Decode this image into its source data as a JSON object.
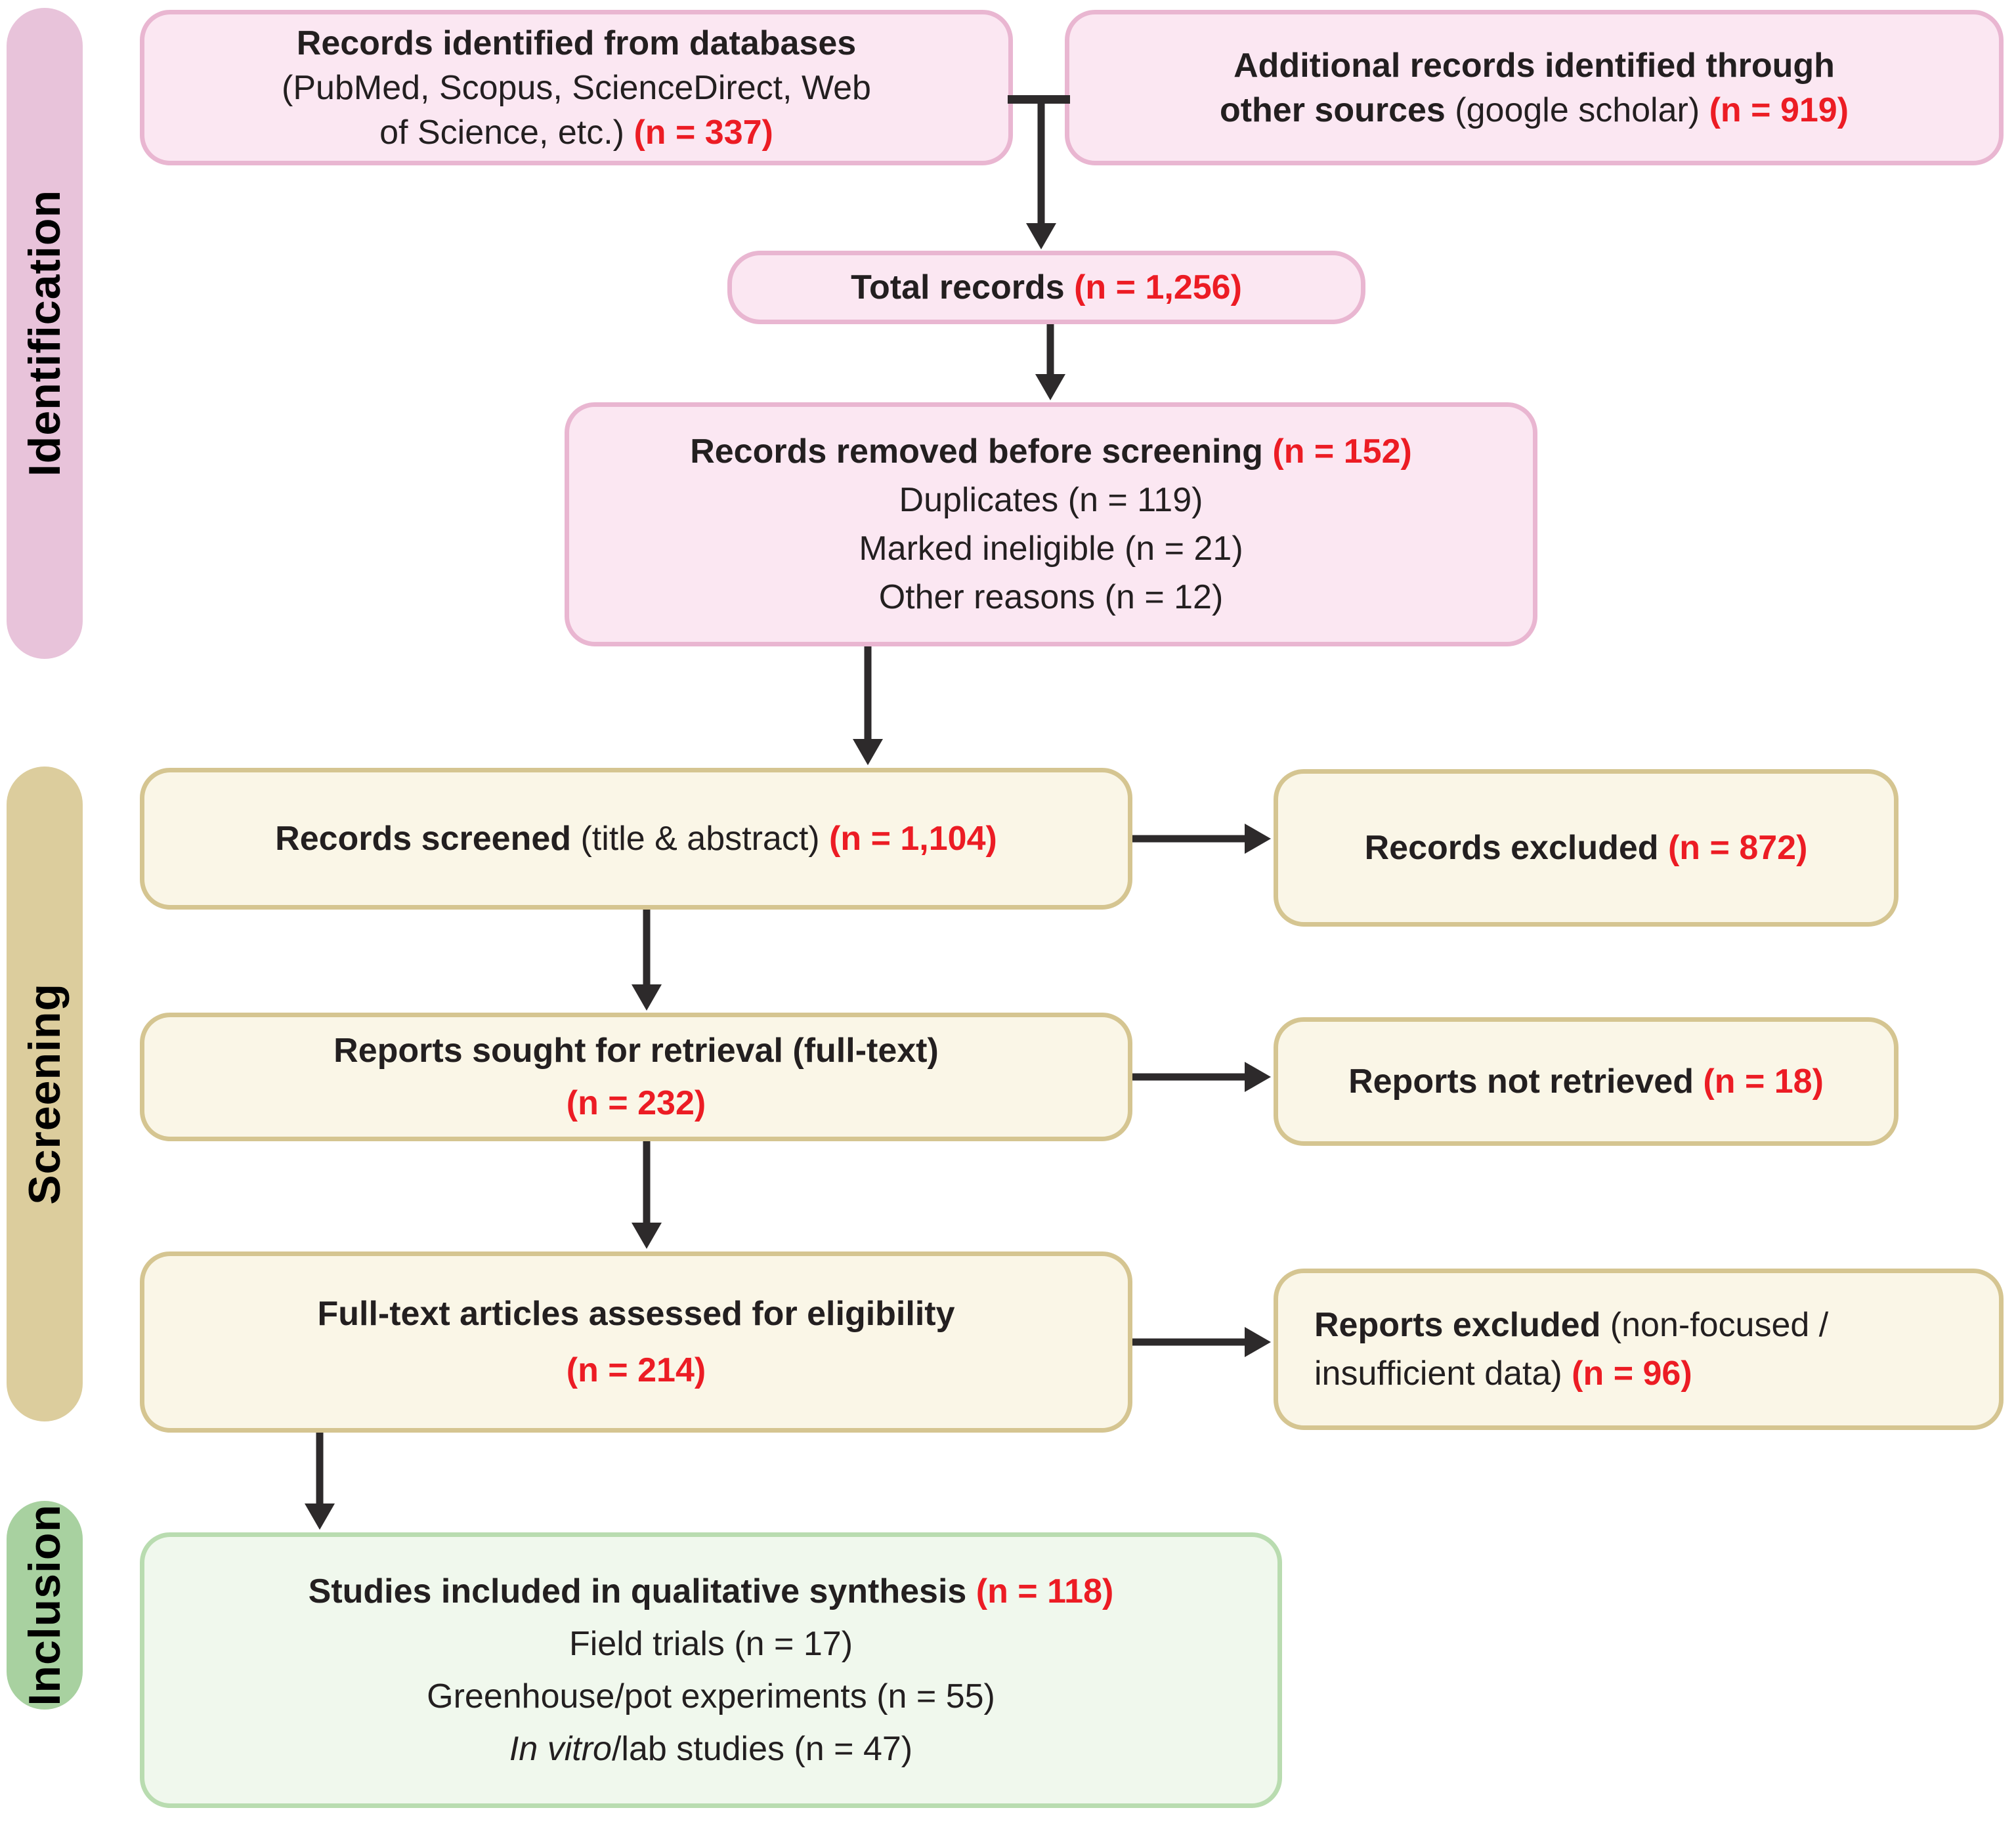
{
  "colors": {
    "red": "#EC1C24",
    "black": "#231F20",
    "arrow": "#2D2A2B",
    "pink_bar": "#E8C3DA",
    "tan_bar": "#DCCD9D",
    "green_bar": "#A8D1A0",
    "pink_box_bg": "#FBE7F2",
    "pink_box_border": "#E9B6D1",
    "cream_box_bg": "#FAF6E7",
    "cream_box_border": "#D5C591",
    "green_box_bg": "#F0F8ED",
    "green_box_border": "#B9DCB0"
  },
  "sidebar": {
    "stages": [
      {
        "id": "identification",
        "label": "Identification"
      },
      {
        "id": "screening",
        "label": "Screening"
      },
      {
        "id": "inclusion",
        "label": "Inclusion"
      }
    ]
  },
  "boxes": {
    "records_identified": {
      "lines": [
        [
          {
            "t": "Records identified from databases",
            "s": "b"
          }
        ],
        [
          {
            "t": "(PubMed, Scopus, ScienceDirect, Web",
            "s": "r"
          }
        ],
        [
          {
            "t": "of Science, etc.) ",
            "s": "r"
          },
          {
            "t": "(n = 337)",
            "s": "red"
          }
        ]
      ]
    },
    "additional_records": {
      "lines": [
        [
          {
            "t": "Additional records identified through",
            "s": "b"
          }
        ],
        [
          {
            "t": "other sources ",
            "s": "b"
          },
          {
            "t": "(google scholar) ",
            "s": "r"
          },
          {
            "t": "(n = 919)",
            "s": "red"
          }
        ]
      ]
    },
    "total_records": {
      "lines": [
        [
          {
            "t": "Total records ",
            "s": "b"
          },
          {
            "t": "(n = 1,256)",
            "s": "red"
          }
        ]
      ]
    },
    "records_removed": {
      "lines": [
        [
          {
            "t": "Records removed before screening ",
            "s": "b"
          },
          {
            "t": "(n = 152)",
            "s": "red"
          }
        ],
        [
          {
            "t": "Duplicates (n = 119)",
            "s": "r"
          }
        ],
        [
          {
            "t": "Marked ineligible (n = 21)",
            "s": "r"
          }
        ],
        [
          {
            "t": "Other reasons (n = 12)",
            "s": "r"
          }
        ]
      ]
    },
    "records_screened": {
      "lines": [
        [
          {
            "t": "Records screened ",
            "s": "b"
          },
          {
            "t": "(title & abstract) ",
            "s": "r"
          },
          {
            "t": "(n = 1,104)",
            "s": "red"
          }
        ]
      ]
    },
    "records_excluded": {
      "lines": [
        [
          {
            "t": "Records excluded ",
            "s": "b"
          },
          {
            "t": "(n = 872)",
            "s": "red"
          }
        ]
      ]
    },
    "reports_sought": {
      "lines": [
        [
          {
            "t": "Reports sought for retrieval (full-text)",
            "s": "b"
          }
        ],
        [
          {
            "t": "(n = 232)",
            "s": "red"
          }
        ]
      ]
    },
    "reports_not_retrieved": {
      "lines": [
        [
          {
            "t": "Reports not retrieved ",
            "s": "b"
          },
          {
            "t": "(n = 18)",
            "s": "red"
          }
        ]
      ]
    },
    "full_text_assessed": {
      "lines": [
        [
          {
            "t": "Full-text articles assessed for eligibility",
            "s": "b"
          }
        ],
        [
          {
            "t": "(n = 214)",
            "s": "red"
          }
        ]
      ]
    },
    "reports_excluded": {
      "lines": [
        [
          {
            "t": "Reports excluded ",
            "s": "b"
          },
          {
            "t": "(non-focused /",
            "s": "r"
          }
        ],
        [
          {
            "t": "insufficient data) ",
            "s": "r"
          },
          {
            "t": "(n = 96)",
            "s": "red"
          }
        ]
      ]
    },
    "studies_included": {
      "lines": [
        [
          {
            "t": "Studies included in qualitative synthesis ",
            "s": "b"
          },
          {
            "t": "(n = 118)",
            "s": "red"
          }
        ],
        [
          {
            "t": "Field trials (n = 17)",
            "s": "r"
          }
        ],
        [
          {
            "t": "Greenhouse/pot experiments (n = 55)",
            "s": "r"
          }
        ],
        [
          {
            "t": "In vitro",
            "s": "i"
          },
          {
            "t": "/lab studies (n = 47)",
            "s": "r"
          }
        ]
      ]
    }
  },
  "flow": {
    "edges": [
      {
        "from": "records_identified",
        "to": "total_records"
      },
      {
        "from": "additional_records",
        "to": "total_records"
      },
      {
        "from": "total_records",
        "to": "records_removed"
      },
      {
        "from": "records_removed",
        "to": "records_screened"
      },
      {
        "from": "records_screened",
        "to": "records_excluded"
      },
      {
        "from": "records_screened",
        "to": "reports_sought"
      },
      {
        "from": "reports_sought",
        "to": "reports_not_retrieved"
      },
      {
        "from": "reports_sought",
        "to": "full_text_assessed"
      },
      {
        "from": "full_text_assessed",
        "to": "reports_excluded"
      },
      {
        "from": "full_text_assessed",
        "to": "studies_included"
      }
    ]
  }
}
